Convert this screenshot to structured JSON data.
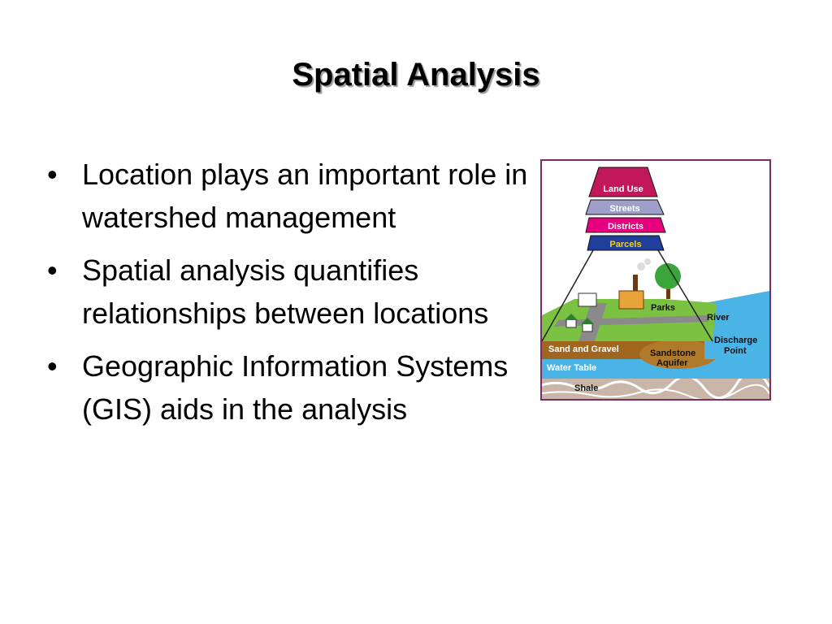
{
  "slide": {
    "title": "Spatial Analysis",
    "bullets": [
      {
        "marker": "•",
        "text": "Location plays an important role in watershed management"
      },
      {
        "marker": "•",
        "text": "Spatial analysis quantifies relationships between locations"
      },
      {
        "marker": "•",
        "text": "Geographic Information Systems (GIS) aids in the analysis"
      }
    ]
  },
  "figure": {
    "layers": {
      "land_use": "Land Use",
      "streets": "Streets",
      "districts": "Districts",
      "parcels": "Parcels"
    },
    "labels": {
      "parks": "Parks",
      "river": "River",
      "discharge_1": "Discharge",
      "discharge_2": "Point",
      "sand_gravel": "Sand and Gravel",
      "sandstone_1": "Sandstone",
      "sandstone_2": "Aquifer",
      "water_table": "Water Table",
      "shale": "Shale"
    },
    "colors": {
      "land_use": "#c2185b",
      "streets": "#9e9ec8",
      "districts": "#e6007e",
      "parcels": "#1f3f9a",
      "grass": "#7cc242",
      "water": "#4ab4e6",
      "soil": "#a0661e",
      "shale": "#c9b6a8",
      "frame": "#7a2c6a"
    }
  }
}
